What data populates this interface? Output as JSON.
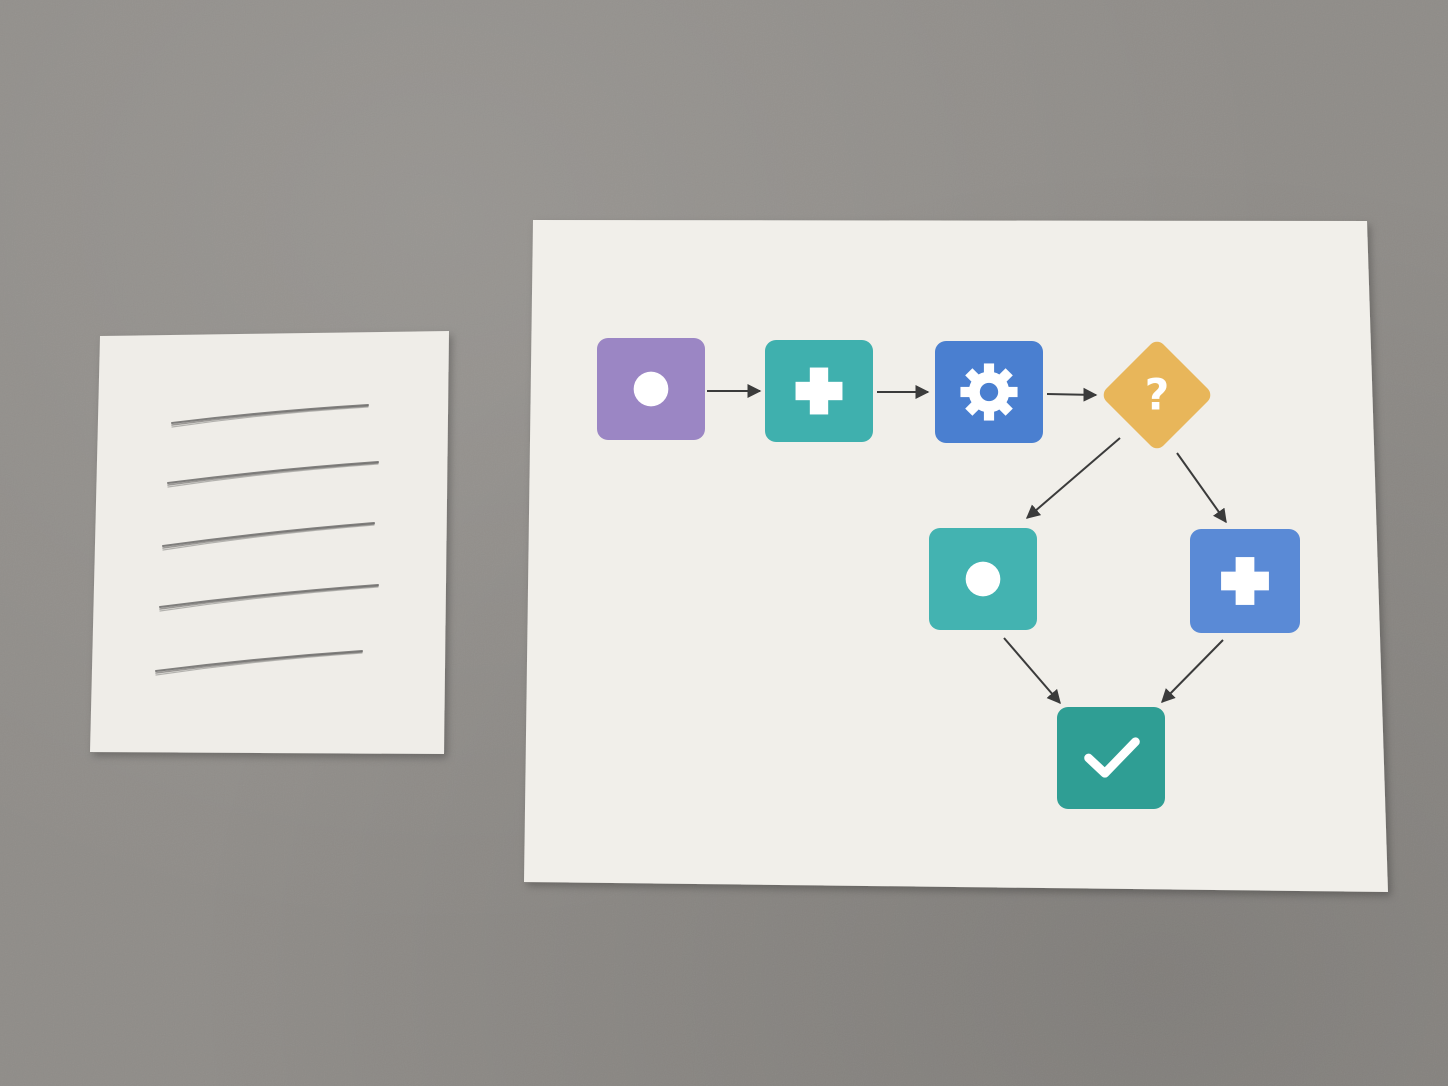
{
  "scene": {
    "surface_color": "#8f8c88",
    "paper_color": "#efede8"
  },
  "note_card": {
    "sketch_line_count": 5,
    "sketch_color": "#6b6a68"
  },
  "flowchart": {
    "nodes": [
      {
        "id": "start",
        "shape": "rounded-square",
        "icon": "circle-icon",
        "color": "#9b86c4"
      },
      {
        "id": "add",
        "shape": "rounded-square",
        "icon": "plus-icon",
        "color": "#3fb0ae"
      },
      {
        "id": "process",
        "shape": "rounded-square",
        "icon": "gear-icon",
        "color": "#4a7fd0"
      },
      {
        "id": "decision",
        "shape": "diamond",
        "icon": "question-icon",
        "icon_text": "?",
        "color": "#e8b65a"
      },
      {
        "id": "branch-left",
        "shape": "rounded-square",
        "icon": "circle-icon",
        "color": "#43b3b1"
      },
      {
        "id": "branch-right",
        "shape": "rounded-square",
        "icon": "plus-icon",
        "color": "#5a8ad6"
      },
      {
        "id": "done",
        "shape": "rounded-square",
        "icon": "checkmark-icon",
        "color": "#2f9e94"
      }
    ],
    "edges": [
      {
        "from": "start",
        "to": "add"
      },
      {
        "from": "add",
        "to": "process"
      },
      {
        "from": "process",
        "to": "decision"
      },
      {
        "from": "decision",
        "to": "branch-left"
      },
      {
        "from": "decision",
        "to": "branch-right"
      },
      {
        "from": "branch-left",
        "to": "done"
      },
      {
        "from": "branch-right",
        "to": "done"
      }
    ],
    "arrow_color": "#3b3b3b"
  }
}
